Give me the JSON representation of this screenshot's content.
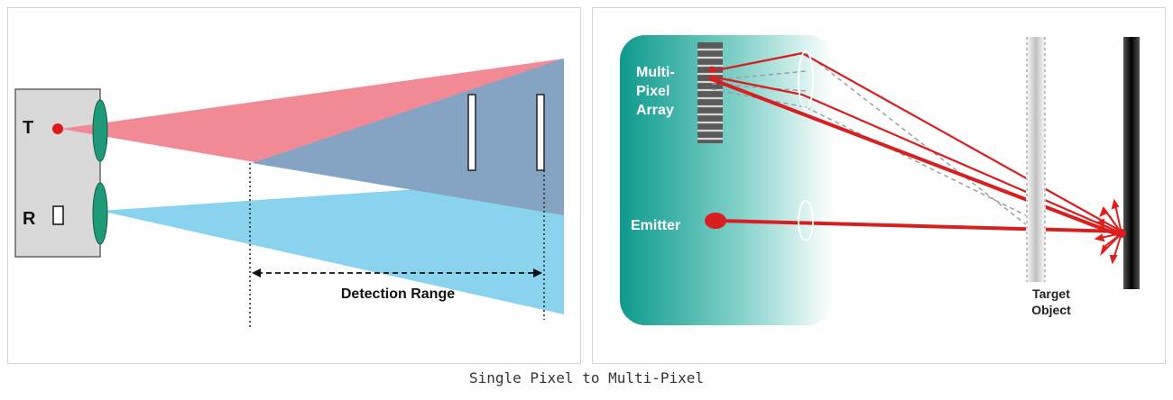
{
  "caption": "Single Pixel to Multi-Pixel",
  "left_diagram": {
    "transmitter_label": "T",
    "receiver_label": "R",
    "detection_range_label": "Detection Range",
    "colors": {
      "transmit_beam": "#f28a96",
      "receive_beam": "#8ad3ee",
      "overlap": "#7ea4c4",
      "lens": "#1f9a78",
      "housing": "#d9d9d9",
      "emitter": "#e01b1b"
    }
  },
  "right_diagram": {
    "array_label_lines": [
      "Multi-",
      "Pixel",
      "Array"
    ],
    "emitter_label": "Emitter",
    "target_label_lines": [
      "Target",
      "Object"
    ],
    "colors": {
      "housing_dark": "#0e9a8c",
      "housing_light": "#ffffff",
      "laser": "#d81f1f",
      "dashed_rays": "#999999"
    }
  }
}
